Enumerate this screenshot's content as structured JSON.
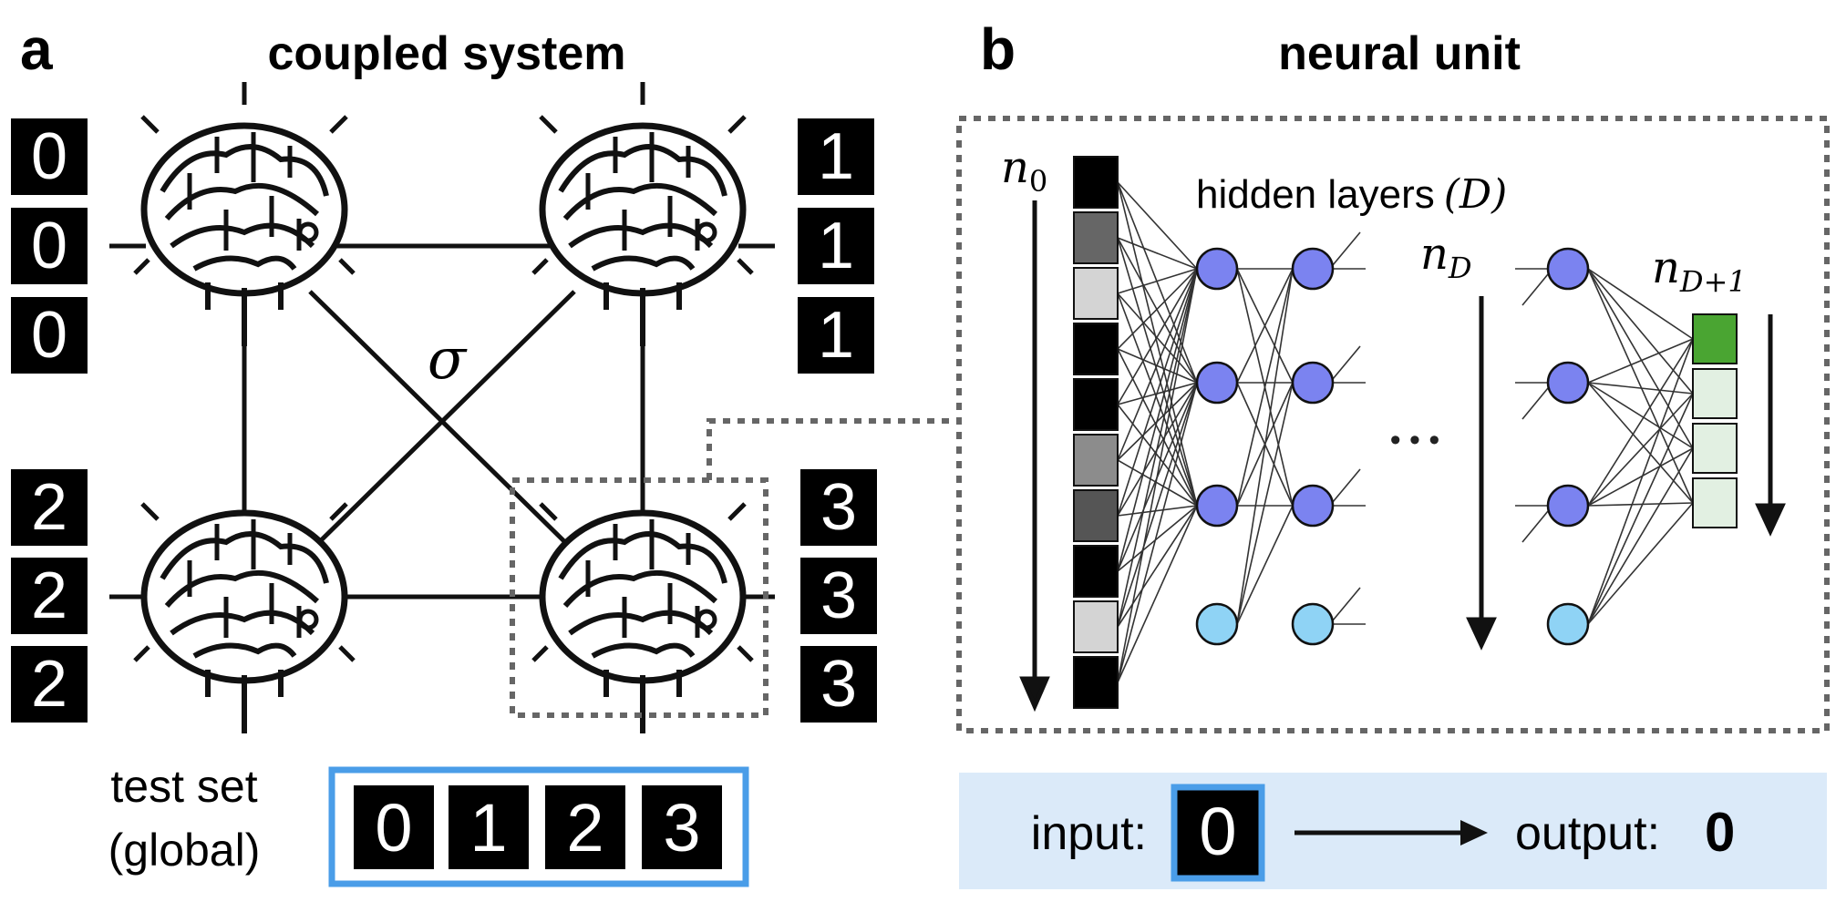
{
  "panel_a": {
    "letter": "a",
    "title": "coupled system",
    "coupling_symbol": "σ",
    "digits_top_left": [
      "0",
      "0",
      "0"
    ],
    "digits_top_right": [
      "1",
      "1",
      "1"
    ],
    "digits_bottom_left": [
      "2",
      "2",
      "2"
    ],
    "digits_bottom_right": [
      "3",
      "3",
      "3"
    ],
    "test_set_line1": "test set",
    "test_set_line2": "(global)",
    "test_digits": [
      "0",
      "1",
      "2",
      "3"
    ],
    "node_icon": "brain-icon"
  },
  "panel_b": {
    "letter": "b",
    "title": "neural unit",
    "hidden_label": "hidden layers",
    "hidden_symbol": "(D)",
    "n0": "n",
    "n0_sub": "0",
    "nD": "n",
    "nD_sub": "D",
    "nD1": "n",
    "nD1_sub": "D+1",
    "ellipsis": "• • •",
    "input_label": "input:",
    "input_digit": "0",
    "output_label": "output:",
    "output_value": "0"
  },
  "colors": {
    "node_blue": "#7b83f0",
    "node_light": "#8fd3f5",
    "output_active": "#4aa532",
    "output_inactive": "#e2f0e2",
    "highlight_border": "#4a9de8",
    "output_band": "#dbeaf9"
  }
}
